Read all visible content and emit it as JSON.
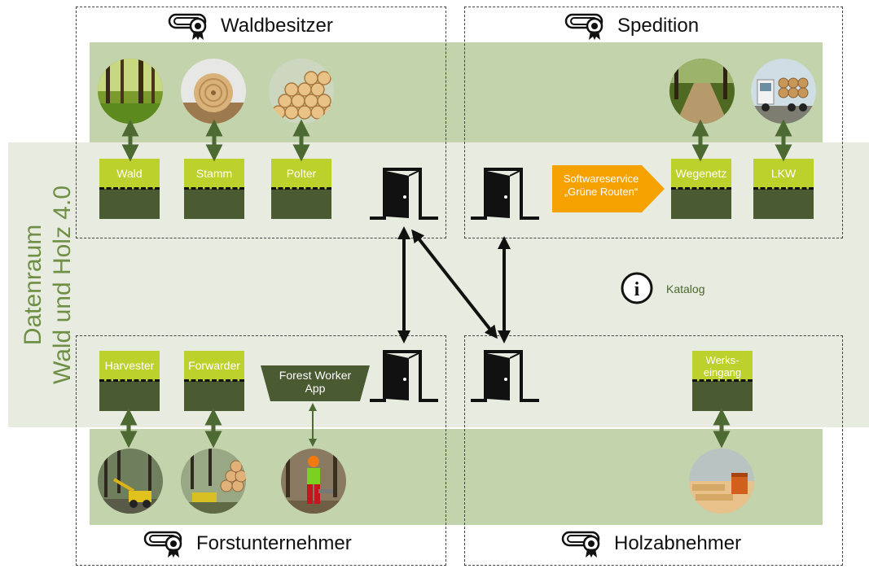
{
  "colors": {
    "band": "#c3d3ac",
    "dataspace": "#e8ece0",
    "connector_top": "#bcd12c",
    "connector_bottom": "#4a5a31",
    "arrow_green": "#4e6a33",
    "software_orange": "#f5a100",
    "title_green": "#6f8f46"
  },
  "dataspace": {
    "title_line1": "Datenraum",
    "title_line2": "Wald und Holz 4.0",
    "catalog_label": "Katalog",
    "catalog_icon": "info-icon"
  },
  "participants": {
    "waldbesitzer": {
      "title": "Waldbesitzer",
      "icon": "certificate-icon",
      "connectors": [
        "Wald",
        "Stamm",
        "Polter"
      ],
      "photos": [
        "forest-photo",
        "log-photo",
        "log-pile-photo"
      ]
    },
    "spedition": {
      "title": "Spedition",
      "icon": "certificate-icon",
      "software_service": "Softwareservice\n„Grüne Routen“",
      "connectors": [
        "Wegenetz",
        "LKW"
      ],
      "photos": [
        "forest-road-photo",
        "truck-photo"
      ]
    },
    "forstunternehmer": {
      "title": "Forstunternehmer",
      "icon": "certificate-icon",
      "connectors": [
        "Harvester",
        "Forwarder"
      ],
      "app": "Forest Worker\nApp",
      "photos": [
        "harvester-photo",
        "forwarder-photo",
        "forest-worker-photo"
      ]
    },
    "holzabnehmer": {
      "title": "Holzabnehmer",
      "icon": "certificate-icon",
      "connectors": [
        "Werks-\neingang"
      ],
      "photos": [
        "sawmill-photo"
      ]
    }
  }
}
